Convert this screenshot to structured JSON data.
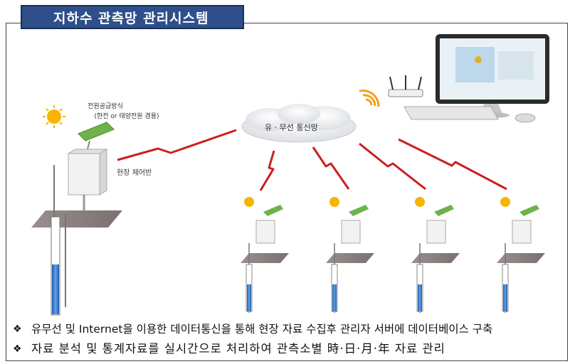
{
  "header": {
    "title": "지하수 관측망 관리시스템"
  },
  "labels": {
    "power_title": "전원공급방식",
    "power_sub": "(한전 or 태양전원 겸용)",
    "field_panel": "현장 제어반",
    "network": "유 · 무선 통신망"
  },
  "bullets": [
    {
      "mark": "❖",
      "text": "유무선 및 Internet을 이용한 데이터통신을 통해 현장 자료 수집후 관리자 서버에 데이터베이스 구축"
    },
    {
      "mark": "❖",
      "text": "자료 분석 및 통계자료를 실시간으로 처리하여 관측소별 時·日·月·年 자료 관리"
    }
  ],
  "colors": {
    "title_bg": "#2e4f8a",
    "lightning": "#cc1f1f",
    "well": "#2a6fc4",
    "panel": "#f2f2f2",
    "solar": "#6fb24a",
    "sun": "#f7b500",
    "ground": "#8a8080"
  }
}
